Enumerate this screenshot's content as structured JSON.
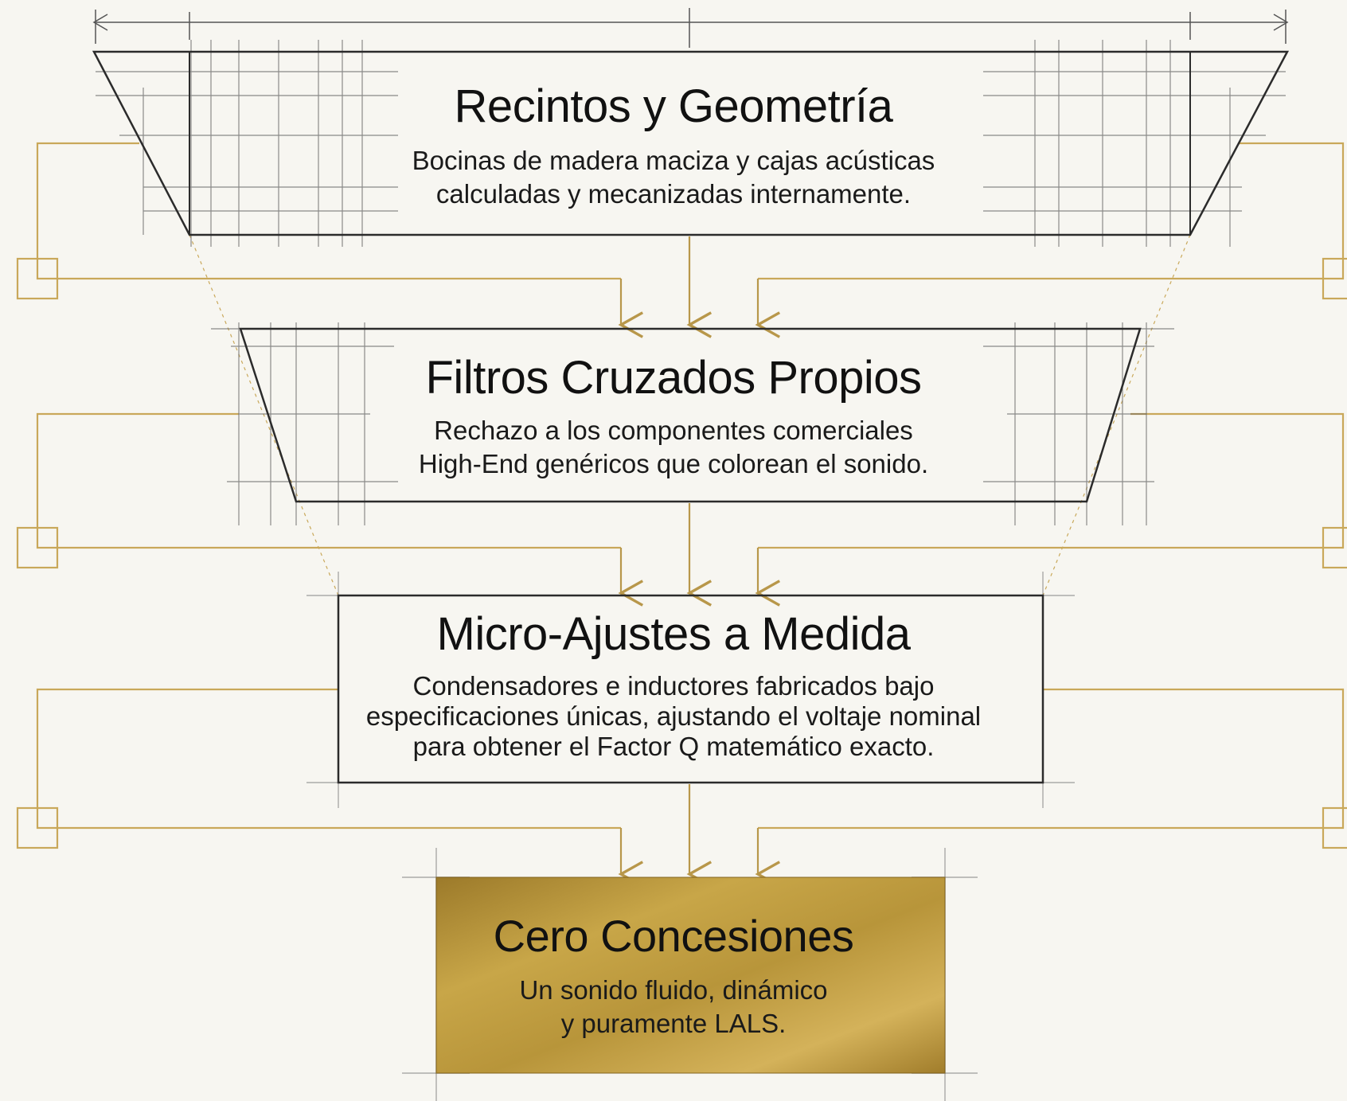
{
  "stages": [
    {
      "title": "Recintos y Geometría",
      "description": "Bocinas de madera maciza y cajas acústicas\ncalculadas y mecanizadas internamente."
    },
    {
      "title": "Filtros Cruzados Propios",
      "description": "Rechazo a los componentes comerciales\nHigh-End genéricos que colorean el sonido."
    },
    {
      "title": "Micro-Ajustes a Medida",
      "description": "Condensadores e inductores fabricados bajo\nespecificaciones únicas, ajustando el voltaje nominal\npara obtener el Factor Q matemático exacto."
    },
    {
      "title": "Cero Concesiones",
      "description": "Un sonido fluido, dinámico\ny puramente LALS."
    }
  ],
  "colors": {
    "background": "#f7f6f1",
    "line": "#2b2b2b",
    "thin_line": "#555555",
    "gold": "#c9a85a",
    "gold_dark": "#8a6a1c"
  }
}
